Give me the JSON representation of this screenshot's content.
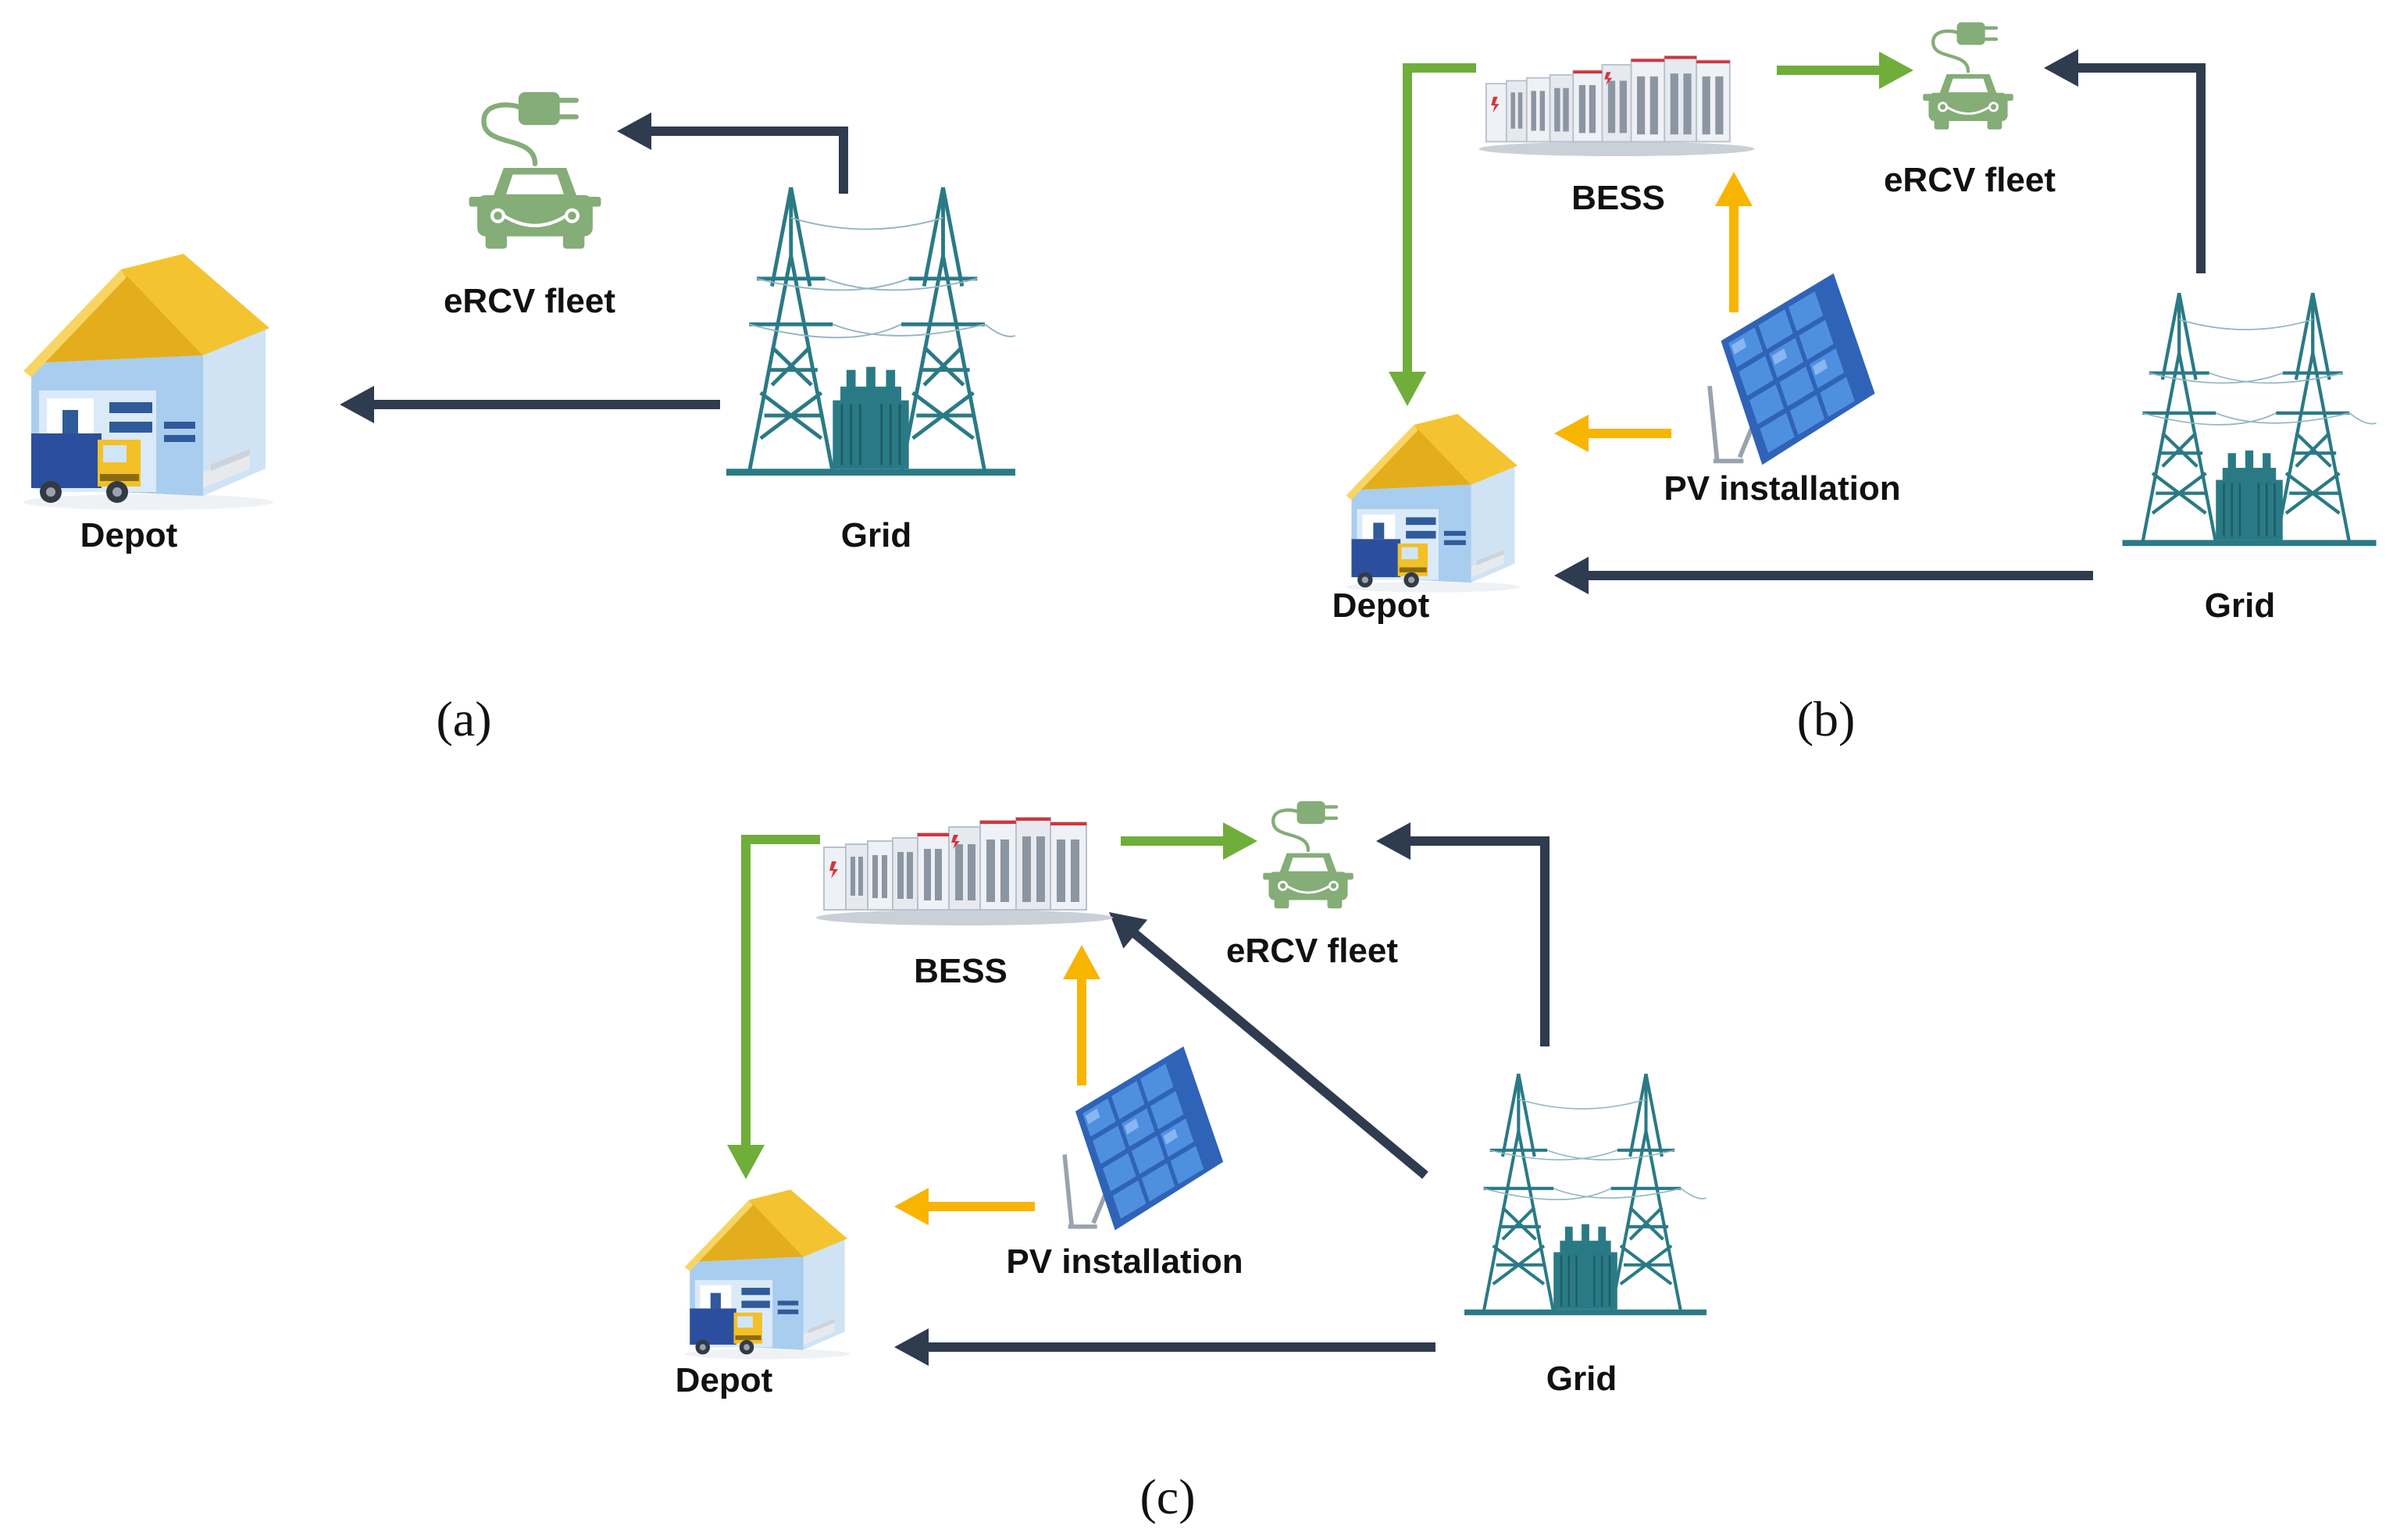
{
  "colors": {
    "grid_arrow": "#2f3b4f",
    "bess_arrow": "#6fae3a",
    "pv_arrow": "#f7b500",
    "tower": "#2a7a86",
    "roof": "#f2c027",
    "ev_green": "#84ad78",
    "panel_blue": "#3f7bd0"
  },
  "icons": {
    "depot": "warehouse-depot-icon",
    "grid": "transmission-tower-icon",
    "ercv": "electric-vehicle-plug-icon",
    "bess": "battery-storage-icon",
    "pv": "solar-panel-icon"
  },
  "panels": {
    "a": {
      "caption": "(a)",
      "labels": {
        "depot": "Depot",
        "grid": "Grid",
        "ercv": "eRCV fleet"
      },
      "flows": [
        {
          "from": "Grid",
          "to": "eRCV fleet",
          "kind": "grid"
        },
        {
          "from": "Grid",
          "to": "Depot",
          "kind": "grid"
        }
      ]
    },
    "b": {
      "caption": "(b)",
      "labels": {
        "depot": "Depot",
        "grid": "Grid",
        "ercv": "eRCV fleet",
        "bess": "BESS",
        "pv": "PV installation"
      },
      "flows": [
        {
          "from": "BESS",
          "to": "Depot",
          "kind": "bess"
        },
        {
          "from": "BESS",
          "to": "eRCV fleet",
          "kind": "bess"
        },
        {
          "from": "PV installation",
          "to": "BESS",
          "kind": "pv"
        },
        {
          "from": "PV installation",
          "to": "Depot",
          "kind": "pv"
        },
        {
          "from": "Grid",
          "to": "eRCV fleet",
          "kind": "grid"
        },
        {
          "from": "Grid",
          "to": "Depot",
          "kind": "grid"
        }
      ]
    },
    "c": {
      "caption": "(c)",
      "labels": {
        "depot": "Depot",
        "grid": "Grid",
        "ercv": "eRCV fleet",
        "bess": "BESS",
        "pv": "PV installation"
      },
      "flows": [
        {
          "from": "BESS",
          "to": "Depot",
          "kind": "bess"
        },
        {
          "from": "BESS",
          "to": "eRCV fleet",
          "kind": "bess"
        },
        {
          "from": "PV installation",
          "to": "BESS",
          "kind": "pv"
        },
        {
          "from": "PV installation",
          "to": "Depot",
          "kind": "pv"
        },
        {
          "from": "Grid",
          "to": "eRCV fleet",
          "kind": "grid"
        },
        {
          "from": "Grid",
          "to": "BESS",
          "kind": "grid"
        },
        {
          "from": "Grid",
          "to": "Depot",
          "kind": "grid"
        }
      ]
    }
  }
}
